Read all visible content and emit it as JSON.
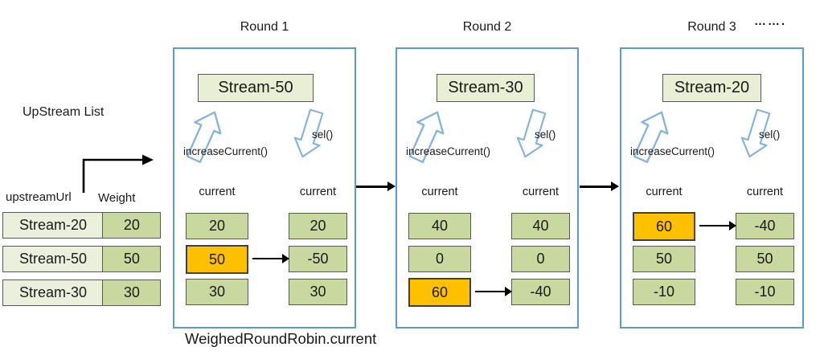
{
  "labels": {
    "upstream_list": "UpStream List",
    "caption": "WeighedRoundRobin.current",
    "ellipsis": "……."
  },
  "upstream_table": {
    "headers": {
      "url": "upstreamUrl",
      "weight": "Weight"
    },
    "rows": [
      {
        "url": "Stream-20",
        "weight": "20"
      },
      {
        "url": "Stream-50",
        "weight": "50"
      },
      {
        "url": "Stream-30",
        "weight": "30"
      }
    ]
  },
  "rounds": [
    {
      "title": "Round 1",
      "selected_stream": "Stream-50",
      "increase_label": "increaseCurrent()",
      "select_label": "sel()",
      "column_label": "current",
      "current_before": [
        "20",
        "50",
        "30"
      ],
      "current_after": [
        "20",
        "-50",
        "30"
      ],
      "highlight_index": 1
    },
    {
      "title": "Round 2",
      "selected_stream": "Stream-30",
      "increase_label": "increaseCurrent()",
      "select_label": "sel()",
      "column_label": "current",
      "current_before": [
        "40",
        "0",
        "60"
      ],
      "current_after": [
        "40",
        "0",
        "-40"
      ],
      "highlight_index": 2
    },
    {
      "title": "Round 3",
      "selected_stream": "Stream-20",
      "increase_label": "increaseCurrent()",
      "select_label": "sel()",
      "column_label": "current",
      "current_before": [
        "60",
        "50",
        "-10"
      ],
      "current_after": [
        "-40",
        "50",
        "-10"
      ],
      "highlight_index": 0
    }
  ],
  "colors": {
    "panel_border": "#5b9bd5",
    "cell_green": "#c9d89e",
    "cell_light_green": "#eaf0dc",
    "stream_box_green": "#e9efd4",
    "highlight_orange": "#ffc000",
    "block_arrow_blue": "#85b3e0",
    "cell_border": "#595959",
    "connector_black": "#000000"
  }
}
